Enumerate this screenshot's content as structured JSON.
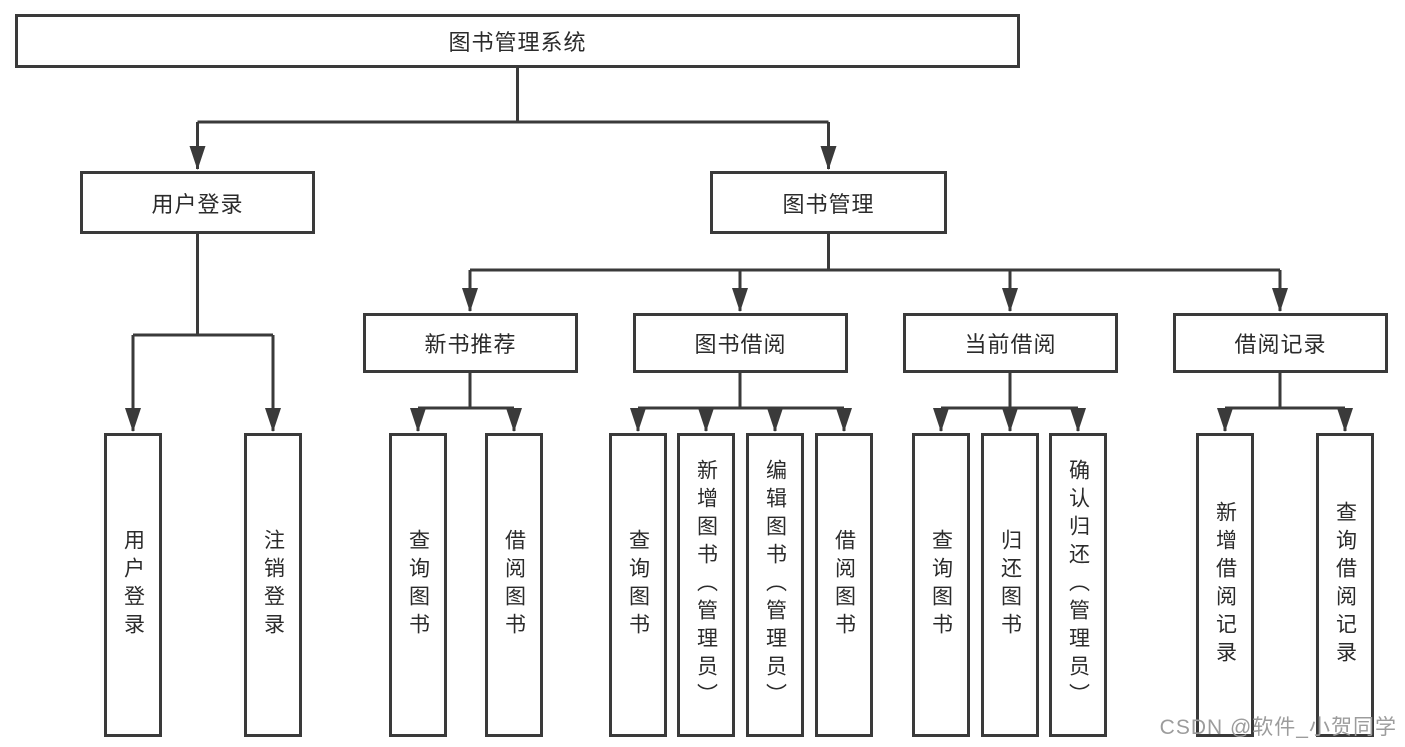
{
  "tree": {
    "label": "图书管理系统",
    "children": [
      {
        "label": "用户登录",
        "children": [
          {
            "label": "用户登录"
          },
          {
            "label": "注销登录"
          }
        ]
      },
      {
        "label": "图书管理",
        "children": [
          {
            "label": "新书推荐",
            "children": [
              {
                "label": "查询图书"
              },
              {
                "label": "借阅图书"
              }
            ]
          },
          {
            "label": "图书借阅",
            "children": [
              {
                "label": "查询图书"
              },
              {
                "label": "新增图书（管理员）"
              },
              {
                "label": "编辑图书（管理员）"
              },
              {
                "label": "借阅图书"
              }
            ]
          },
          {
            "label": "当前借阅",
            "children": [
              {
                "label": "查询图书"
              },
              {
                "label": "归还图书"
              },
              {
                "label": "确认归还（管理员）"
              }
            ]
          },
          {
            "label": "借阅记录",
            "children": [
              {
                "label": "新增借阅记录"
              },
              {
                "label": "查询借阅记录"
              }
            ]
          }
        ]
      }
    ]
  },
  "watermark": {
    "text": "CSDN @软件_小贺同学"
  },
  "colors": {
    "line": "#3a3a3a",
    "text": "#2b2b2b",
    "watermark": "#9c9c9c",
    "background": "#ffffff"
  }
}
